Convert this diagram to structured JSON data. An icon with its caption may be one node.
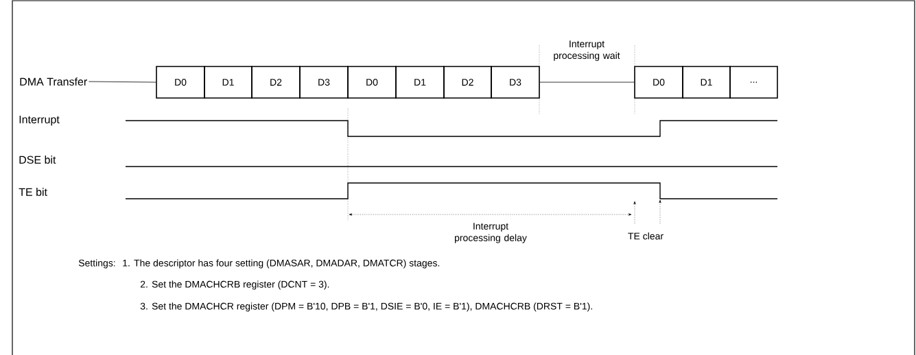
{
  "diagram": {
    "nodes": [
      {
        "text": [
          "DMA Transfer"
        ]
      },
      {
        "text": [
          "D0"
        ]
      },
      {
        "text": [
          "D1"
        ]
      },
      {
        "text": [
          "D2"
        ]
      },
      {
        "text": [
          "D3"
        ]
      },
      {
        "text": [
          "D0"
        ]
      },
      {
        "text": [
          "D1"
        ]
      },
      {
        "text": [
          "D2"
        ]
      },
      {
        "text": [
          "D3"
        ]
      },
      {
        "text": [
          "D0"
        ]
      },
      {
        "text": [
          "D1"
        ]
      },
      {
        "text": [
          "..."
        ]
      }
    ],
    "edges": [
      {
        "from": 0,
        "to": 1,
        "arrow": "none"
      },
      {
        "from": 8,
        "to": 9,
        "arrow": "none"
      }
    ],
    "labels": [
      "Interrupt processing wait",
      "Interrupt",
      "DSE bit",
      "TE bit",
      "Interrupt processing delay",
      "TE clear",
      "Settings:",
      "1. The descriptor has four setting (DMASAR, DMADAR, DMATCR) stages.",
      "2. Set the DMACHCRB register (DCNT = 3).",
      "3. Set the DMACHCR register (DPM = B'10, DPB = B'1, DSIE = B'0, IE = B'1), DMACHCRB (DRST = B'1)."
    ]
  }
}
